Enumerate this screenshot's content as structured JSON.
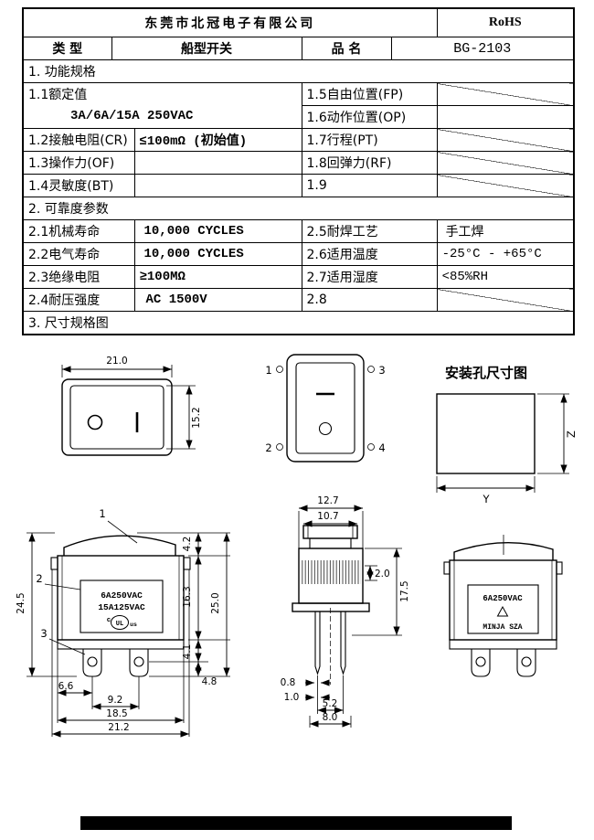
{
  "header": {
    "company": "东莞市北冠电子有限公司",
    "cert": "RoHS"
  },
  "meta": {
    "type_label": "类 型",
    "type_value": "船型开关",
    "name_label": "品 名",
    "name_value": "BG-2103"
  },
  "spec": {
    "title": "1. 功能规格",
    "r11_label": "1.1额定值",
    "r11_value": "3A/6A/15A  250VAC",
    "r15_label": "1.5自由位置(FP)",
    "r16_label": "1.6动作位置(OP)",
    "r12_label": "1.2接触电阻(CR)",
    "r12_value": "≤100mΩ (初始值)",
    "r17_label": "1.7行程(PT)",
    "r13_label": "1.3操作力(OF)",
    "r18_label": "1.8回弹力(RF)",
    "r14_label": "1.4灵敏度(BT)",
    "r19_label": "1.9"
  },
  "reliability": {
    "title": "2. 可靠度参数",
    "rows": [
      {
        "l1": "2.1机械寿命",
        "v1": "10,000  CYCLES",
        "l2": "2.5耐焊工艺",
        "v2": "手工焊"
      },
      {
        "l1": "2.2电气寿命",
        "v1": "10,000  CYCLES",
        "l2": "2.6适用温度",
        "v2": "-25°C - +65°C"
      },
      {
        "l1": "2.3绝缘电阻",
        "v1": "≥100MΩ",
        "l2": "2.7适用湿度",
        "v2": "<85%RH"
      },
      {
        "l1": "2.4耐压强度",
        "v1": "AC 1500V",
        "l2": "2.8",
        "v2": ""
      }
    ]
  },
  "drawings": {
    "title": "3.  尺寸规格图",
    "front_view": {
      "width_dim": "21.0",
      "height_dim": "15.2"
    },
    "top_view": {
      "pin1": "1",
      "pin2": "2",
      "pin3": "3",
      "pin4": "4"
    },
    "mounting": {
      "title": "安装孔尺寸图",
      "y_dim": "Y",
      "z_dim": "Z"
    },
    "front_dim_view": {
      "callout1": "1",
      "callout2": "2",
      "callout3": "3",
      "mark_line1": "6A250VAC",
      "mark_line2": "15A125VAC",
      "ul_c": "c",
      "ul": "UL",
      "ul_us": "us",
      "dim_total_h": "24.5",
      "dim_body_h": "16.3",
      "dim_full_h": "25.0",
      "dim_rocker_h": "4.2",
      "dim_41": "4.1",
      "dim_48": "4.8",
      "dim_66": "6.6",
      "dim_92": "9.2",
      "dim_185": "18.5",
      "dim_212": "21.2"
    },
    "side_view": {
      "dim_127": "12.7",
      "dim_107": "10.7",
      "dim_20": "2.0",
      "dim_175": "17.5",
      "dim_08": "0.8",
      "dim_10": "1.0",
      "dim_52": "5.2",
      "dim_80": "8.0"
    },
    "side_view2": {
      "mark_line1": "6A250VAC",
      "mark_line2": "MINJA SZA"
    }
  }
}
